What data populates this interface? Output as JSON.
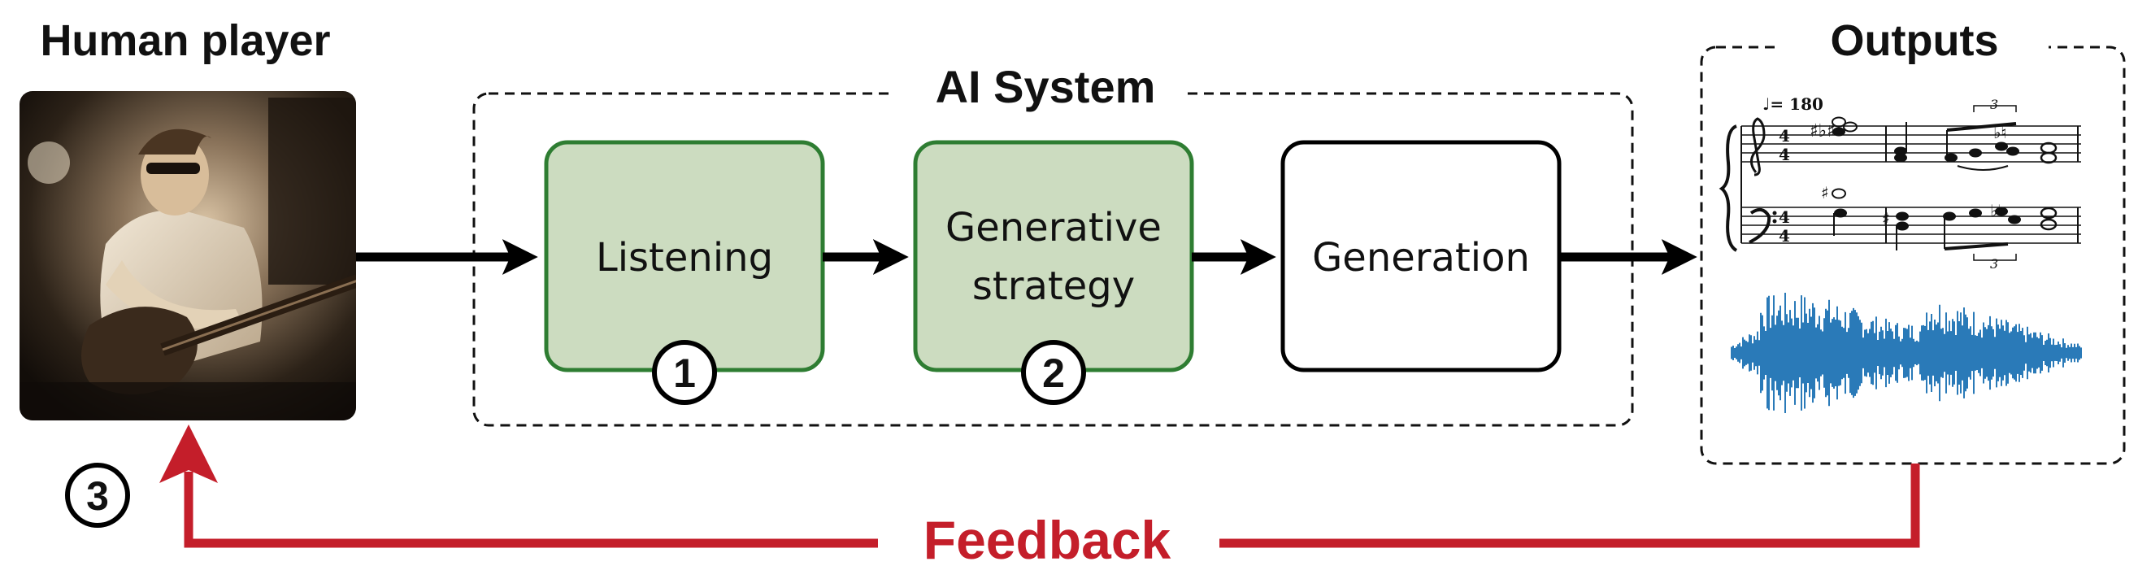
{
  "human_player": {
    "title": "Human player",
    "photo": "guitarist-photo"
  },
  "ai_system": {
    "title": "AI System",
    "steps": [
      {
        "lines": [
          "Listening"
        ],
        "number": "1",
        "highlighted": true
      },
      {
        "lines": [
          "Generative",
          "strategy"
        ],
        "number": "2",
        "highlighted": true
      },
      {
        "lines": [
          "Generation"
        ],
        "number": "",
        "highlighted": false
      }
    ]
  },
  "outputs": {
    "title": "Outputs",
    "score": {
      "tempo": "♩= 180",
      "time_signature": [
        "4",
        "4"
      ],
      "tuplet": "3"
    },
    "audio": "waveform"
  },
  "feedback": {
    "label": "Feedback",
    "number": "3"
  },
  "colors": {
    "step_fill": "#ccdcc0",
    "step_border": "#2e7d32",
    "feedback": "#c41e2a",
    "arrow": "#000000",
    "waveform": "#2a7ab8"
  }
}
